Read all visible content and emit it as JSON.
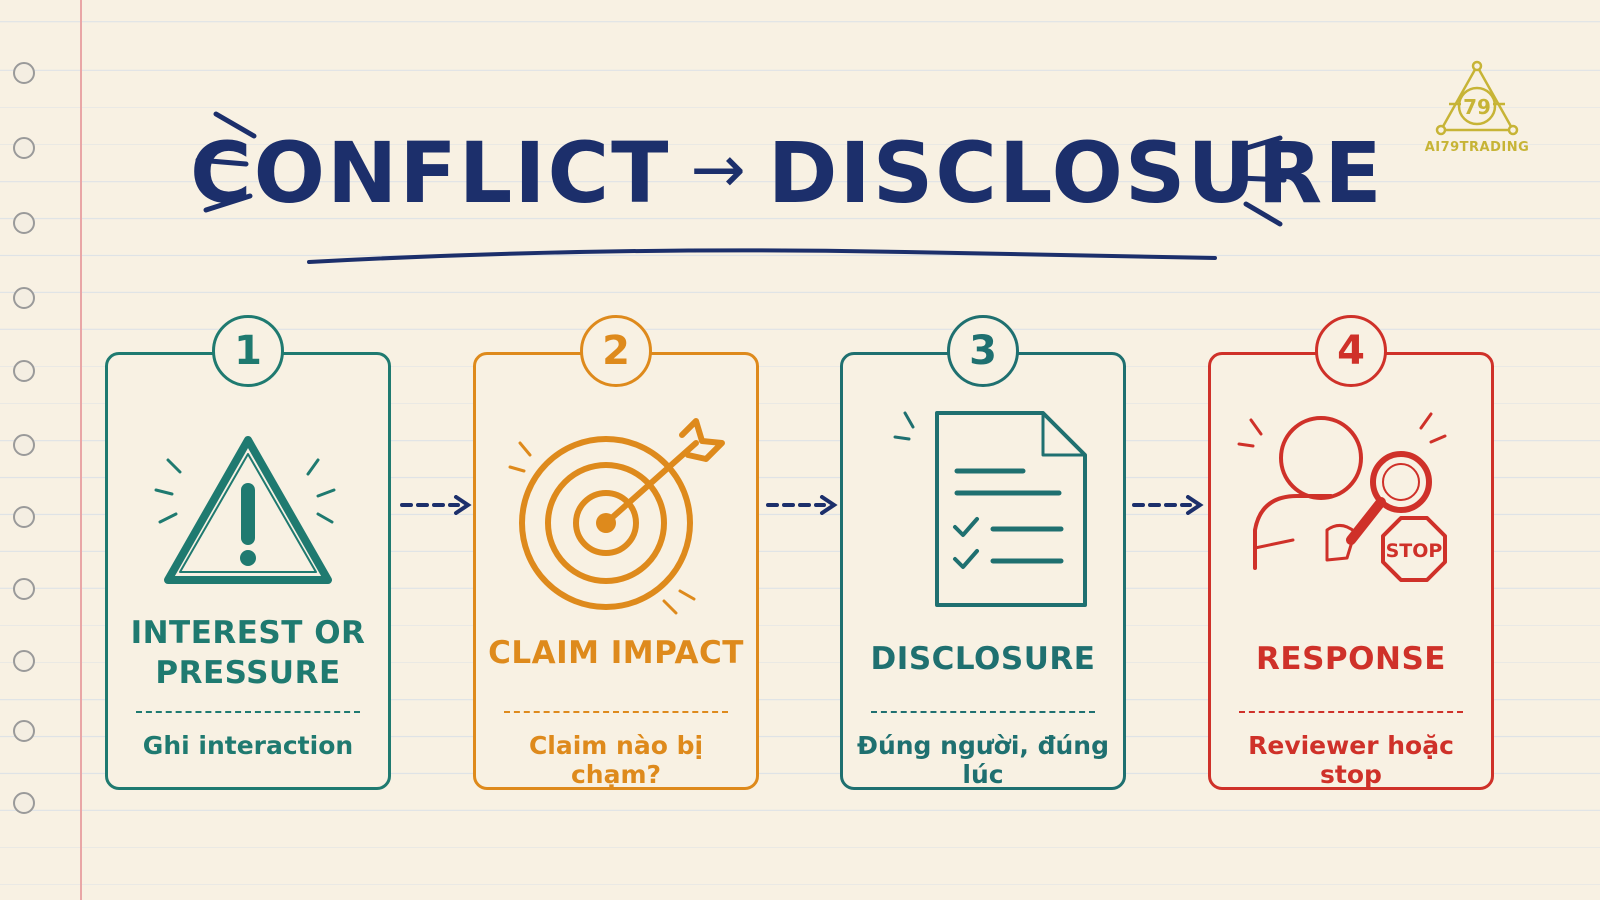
{
  "title": {
    "left": "CONFLICT",
    "arrow": "→",
    "right": "DISCLOSURE"
  },
  "logo": {
    "text": "AI79TRADING",
    "mark": "79"
  },
  "steps": [
    {
      "number": "1",
      "label_line1": "INTEREST OR",
      "label_line2": "PRESSURE",
      "sub": "Ghi interaction",
      "icon": "warning-triangle-icon",
      "color": "#1f7a70"
    },
    {
      "number": "2",
      "label_line1": "CLAIM IMPACT",
      "label_line2": "",
      "sub": "Claim nào bị chạm?",
      "icon": "target-arrow-icon",
      "color": "#de8a1c"
    },
    {
      "number": "3",
      "label_line1": "DISCLOSURE",
      "label_line2": "",
      "sub": "Đúng người, đúng lúc",
      "icon": "document-checklist-icon",
      "color": "#1f7070"
    },
    {
      "number": "4",
      "label_line1": "RESPONSE",
      "label_line2": "",
      "sub": "Reviewer hoặc stop",
      "icon": "reviewer-stop-icon",
      "stop_text": "STOP",
      "color": "#cf3129"
    }
  ],
  "colors": {
    "navy": "#1c2f6b",
    "paper": "#f8f1e3",
    "logo_gold": "#c7b436"
  }
}
